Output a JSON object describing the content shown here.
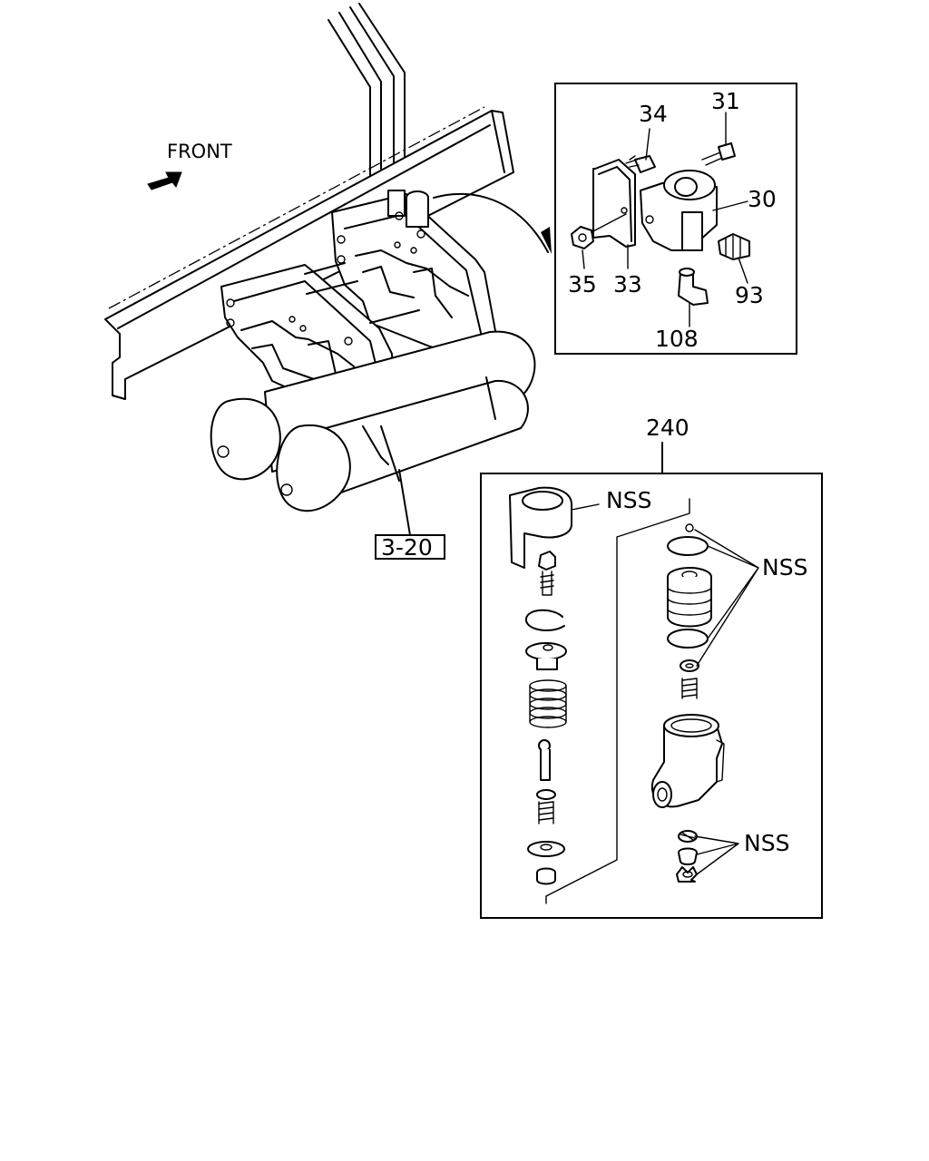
{
  "front_label": "FRONT",
  "main_assembly": {
    "ref_label": "3-20"
  },
  "detail_box": {
    "callouts": [
      {
        "id": "c34",
        "label": "34"
      },
      {
        "id": "c31",
        "label": "31"
      },
      {
        "id": "c30",
        "label": "30"
      },
      {
        "id": "c35",
        "label": "35"
      },
      {
        "id": "c33",
        "label": "33"
      },
      {
        "id": "c93",
        "label": "93"
      },
      {
        "id": "c108",
        "label": "108"
      }
    ]
  },
  "kit_box": {
    "label": "240",
    "nss_labels": [
      "NSS",
      "NSS",
      "NSS"
    ]
  }
}
